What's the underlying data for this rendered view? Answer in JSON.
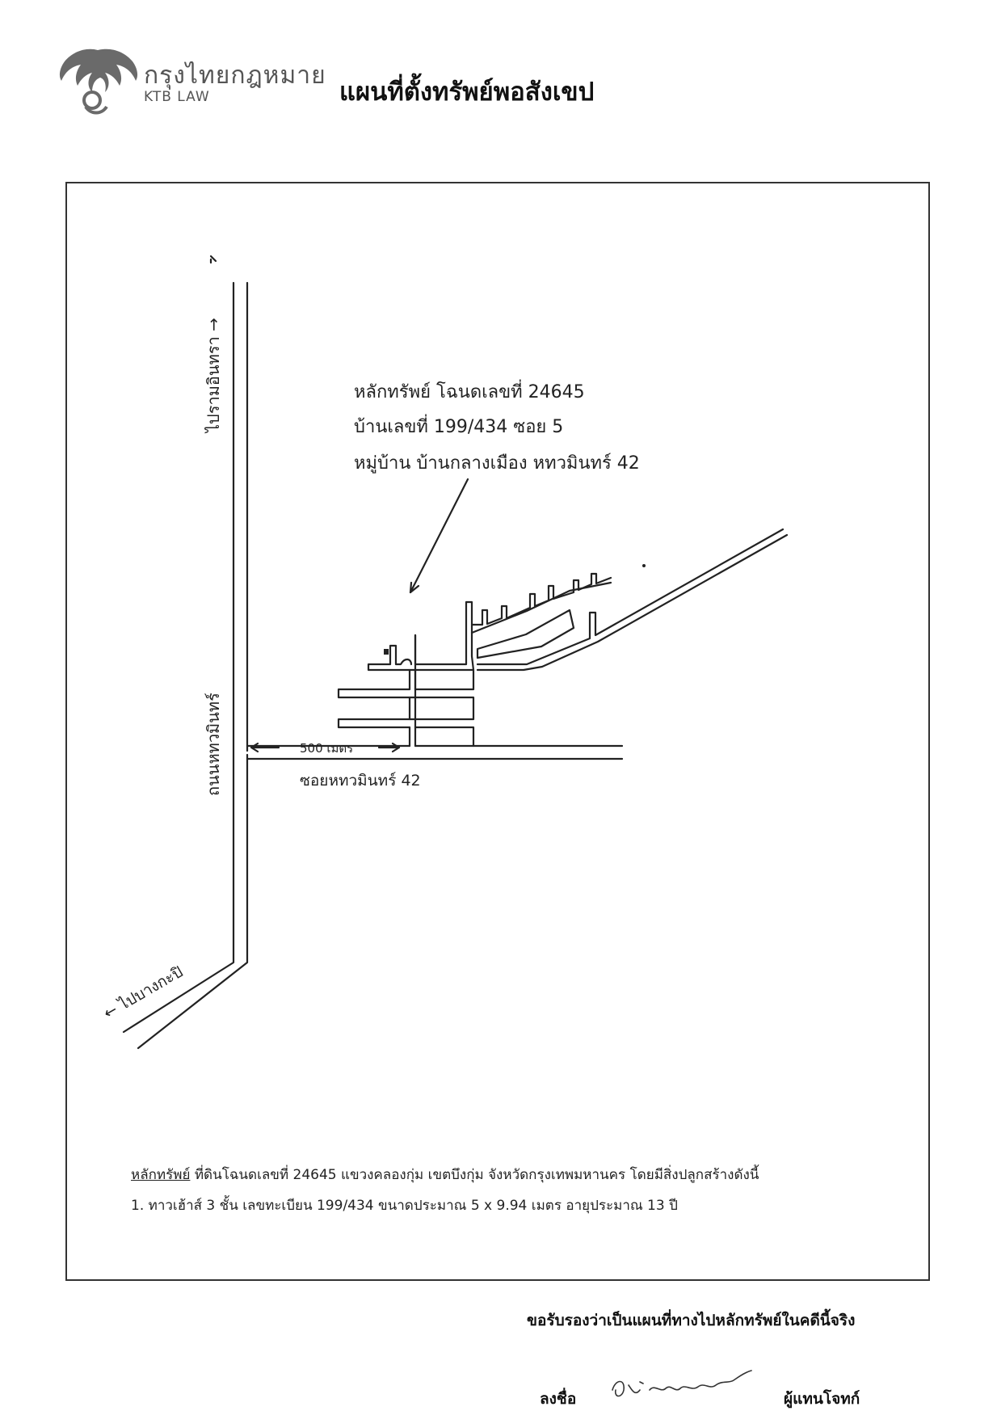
{
  "header": {
    "logo_th": "กรุงไทยกฎหมาย",
    "logo_en": "KTB LAW",
    "title": "แผนที่ตั้งทรัพย์พอสังเขป"
  },
  "map": {
    "road_left_top_label": "ไปรามอินทรา →",
    "road_left_label": "ถนนหทวมินทร์",
    "road_bottom_left_label": "← ไปบางกะปิ",
    "soi_label": "ซอยหทวมินทร์ 42",
    "distance_label": "500 เมตร",
    "asset_note": {
      "line1": "หลักทรัพย์ โฉนดเลขที่ 24645",
      "line2": "บ้านเลขที่ 199/434 ซอย 5",
      "line3": "หมู่บ้าน บ้านกลางเมือง หทวมินทร์ 42"
    }
  },
  "description": {
    "label": "หลักทรัพย์",
    "text": " ที่ดินโฉนดเลขที่ 24645 แขวงคลองกุ่ม เขตบึงกุ่ม จังหวัดกรุงเทพมหานคร โดยมีสิ่งปลูกสร้างดังนี้",
    "item1": "1. ทาวเฮ้าส์ 3 ชั้น เลขทะเบียน 199/434 ขนาดประมาณ 5 x 9.94 เมตร อายุประมาณ 13 ปี"
  },
  "footer": {
    "certification": "ขอรับรองว่าเป็นแผนที่ทางไปหลักทรัพย์ในคดีนี้จริง",
    "sign_label": "ลงชื่อ",
    "signature_text": "ป. จิรพสุธรรม",
    "signer_role": "ผู้แทนโจทก์"
  },
  "colors": {
    "ink": "#222222",
    "logo": "#555555",
    "frame": "#333333"
  }
}
